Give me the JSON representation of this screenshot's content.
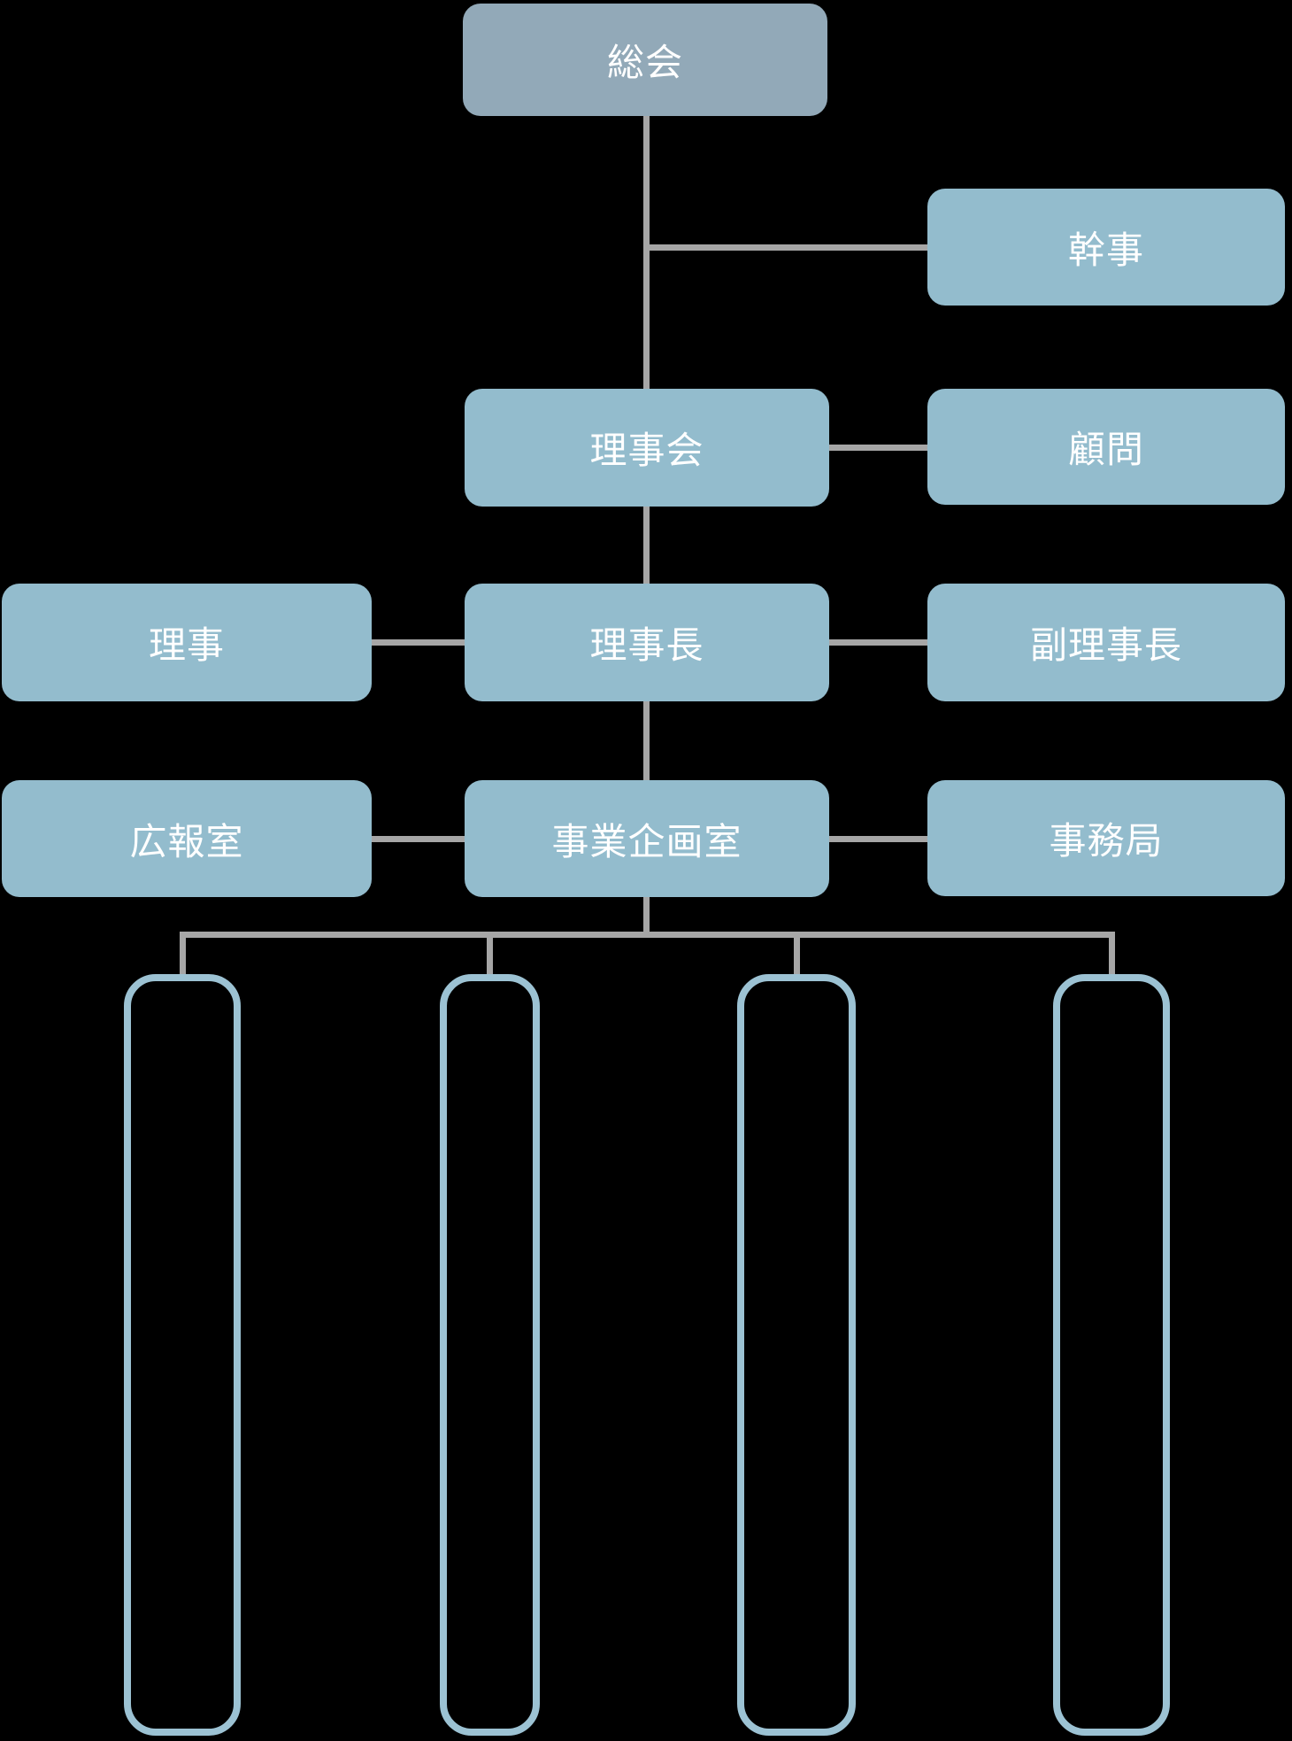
{
  "colors": {
    "bg": "#000000",
    "node-fill": "#93bccd",
    "root-fill": "#92a9b8",
    "line": "#a6a6a6",
    "outline": "#9cc2d3",
    "text": "#ffffff"
  },
  "org_chart": {
    "nodes": {
      "general_meeting": {
        "label": "総会"
      },
      "secretary": {
        "label": "幹事"
      },
      "board_of_directors": {
        "label": "理事会"
      },
      "advisor": {
        "label": "顧問"
      },
      "director": {
        "label": "理事"
      },
      "chairman": {
        "label": "理事長"
      },
      "vice_chairman": {
        "label": "副理事長"
      },
      "pr_office": {
        "label": "広報室"
      },
      "business_planning_office": {
        "label": "事業企画室"
      },
      "secretariat": {
        "label": "事務局"
      }
    },
    "edges": [
      [
        "総会",
        "幹事"
      ],
      [
        "総会",
        "理事会"
      ],
      [
        "理事会",
        "顧問"
      ],
      [
        "理事会",
        "理事長"
      ],
      [
        "理事長",
        "理事"
      ],
      [
        "理事長",
        "副理事長"
      ],
      [
        "理事長",
        "事業企画室"
      ],
      [
        "事業企画室",
        "広報室"
      ],
      [
        "事業企画室",
        "事務局"
      ],
      [
        "事業企画室",
        "unlabeled-department-1"
      ],
      [
        "事業企画室",
        "unlabeled-department-2"
      ],
      [
        "事業企画室",
        "unlabeled-department-3"
      ],
      [
        "事業企画室",
        "unlabeled-department-4"
      ]
    ],
    "unlabeled_department_boxes": 4
  }
}
